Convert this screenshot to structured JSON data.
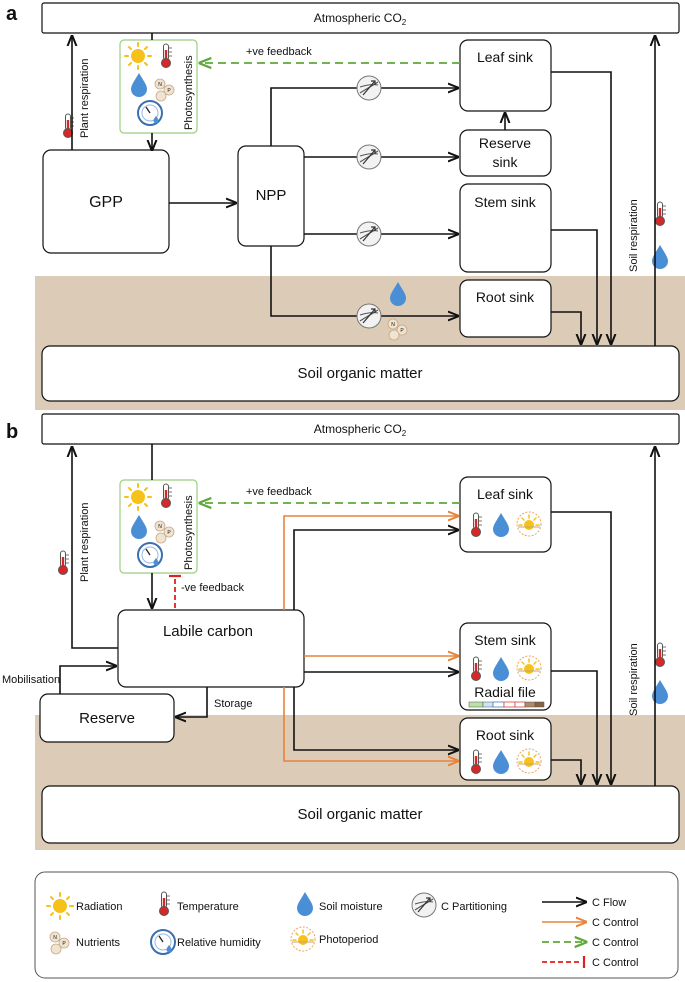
{
  "panel_a": {
    "label": "a",
    "atmospheric_co2": "Atmospheric CO",
    "co2_subscript": "2",
    "plant_respiration": "Plant respiration",
    "photosynthesis": "Photosynthesis",
    "positive_feedback": "+ve feedback",
    "gpp": "GPP",
    "npp": "NPP",
    "leaf_sink": "Leaf sink",
    "reserve_sink_line1": "Reserve",
    "reserve_sink_line2": "sink",
    "stem_sink": "Stem sink",
    "root_sink": "Root sink",
    "soil_respiration": "Soil respiration",
    "soil_organic_matter": "Soil organic matter"
  },
  "panel_b": {
    "label": "b",
    "atmospheric_co2": "Atmospheric CO",
    "co2_subscript": "2",
    "plant_respiration": "Plant respiration",
    "photosynthesis": "Photosynthesis",
    "positive_feedback": "+ve feedback",
    "negative_feedback": "-ve feedback",
    "labile_carbon": "Labile carbon",
    "mobilisation": "Mobilisation",
    "storage": "Storage",
    "reserve": "Reserve",
    "leaf_sink": "Leaf sink",
    "stem_sink": "Stem sink",
    "radial_file": "Radial file",
    "root_sink": "Root sink",
    "soil_respiration": "Soil respiration",
    "soil_organic_matter": "Soil organic matter"
  },
  "nutrient_letters": {
    "n": "N",
    "p": "P"
  },
  "legend": {
    "radiation": "Radiation",
    "temperature": "Temperature",
    "soil_moisture": "Soil moisture",
    "c_partitioning": "C Partitioning",
    "nutrients": "Nutrients",
    "relative_humidity": "Relative humidity",
    "photoperiod": "Photoperiod",
    "c_flow": "C Flow",
    "c_control_orange": "C Control",
    "c_control_green": "C Control",
    "c_control_red": "C Control"
  },
  "colors": {
    "soil": "#dccbb6",
    "flow": "#111111",
    "control_orange": "#e8833a",
    "control_green": "#5fa83a",
    "control_red": "#e02020",
    "sun": "#f6c21a",
    "thermo": "#d62828",
    "water": "#4a8fd6",
    "photo_box_border": "#9bcf7f"
  }
}
